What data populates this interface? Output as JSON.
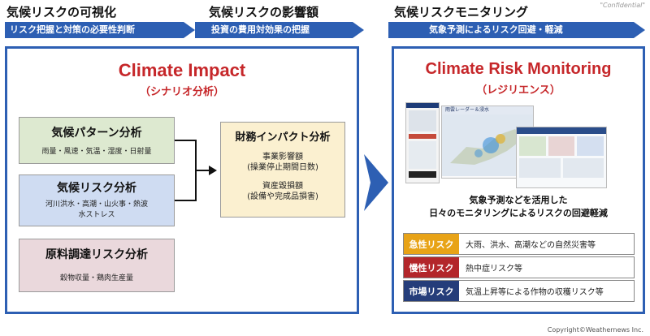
{
  "confidential": "\"Confidential\"",
  "steps": [
    {
      "title": "気候リスクの可視化",
      "arrow": "リスク把握と対策の必要性判断"
    },
    {
      "title": "気候リスクの影響額",
      "arrow": "投資の費用対効果の把握"
    },
    {
      "title": "気候リスクモニタリング",
      "arrow": "気象予測によるリスク回避・軽減"
    }
  ],
  "impact": {
    "title": "Climate Impact",
    "subtitle": "（シナリオ分析）",
    "boxes": [
      {
        "title": "気候パターン分析",
        "desc": "雨量・風速・気温・湿度・日射量",
        "color": "#dde9d0"
      },
      {
        "title": "気候リスク分析",
        "desc": "河川洪水・高潮・山火事・熱波\n水ストレス",
        "color": "#cfdcf2"
      },
      {
        "title": "原料調達リスク分析",
        "desc": "穀物収量・鶏肉生産量",
        "color": "#ead8dc"
      }
    ],
    "financial": {
      "title": "財務インパクト分析",
      "line1": "事業影響額",
      "line2": "(操業停止期間日数)",
      "line3": "資産毀損額",
      "line4": "(設備や完成品損害)",
      "color": "#fbf0d0"
    }
  },
  "monitoring": {
    "title": "Climate Risk Monitoring",
    "subtitle": "（レジリエンス）",
    "screen_caption": "雨雲レーダー＆浸水",
    "desc1": "気象予測などを活用した",
    "desc2": "日々のモニタリングによるリスクの回避軽減",
    "risks": [
      {
        "tag": "急性リスク",
        "desc": "大雨、洪水、高潮などの自然災害等",
        "color": "#e8a317"
      },
      {
        "tag": "慢性リスク",
        "desc": "熱中症リスク等",
        "color": "#b3262a"
      },
      {
        "tag": "市場リスク",
        "desc": "気温上昇等による作物の収穫リスク等",
        "color": "#253d7a"
      }
    ]
  },
  "copyright": "Copyright©Weathernews Inc."
}
